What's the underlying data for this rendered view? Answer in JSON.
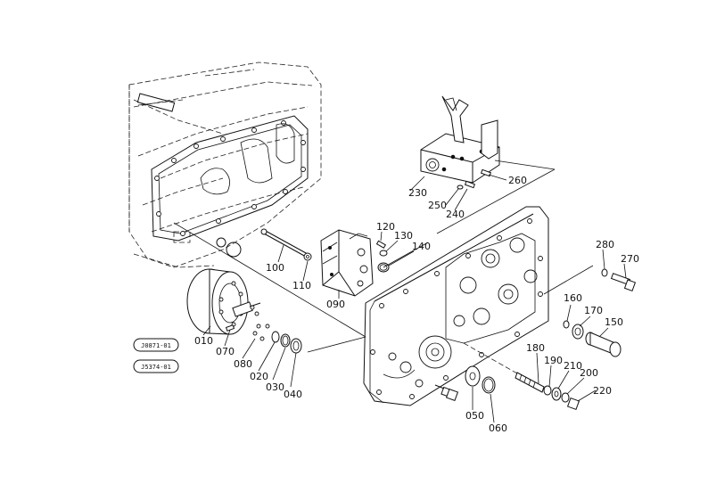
{
  "diagram": {
    "labels": {
      "p010": "010",
      "p020": "020",
      "p030": "030",
      "p040": "040",
      "p050": "050",
      "p060": "060",
      "p070": "070",
      "p080": "080",
      "p090": "090",
      "p100": "100",
      "p110": "110",
      "p120": "120",
      "p130": "130",
      "p140": "140",
      "p150": "150",
      "p160": "160",
      "p170": "170",
      "p180": "180",
      "p190": "190",
      "p200": "200",
      "p210": "210",
      "p220": "220",
      "p230": "230",
      "p240": "240",
      "p250": "250",
      "p260": "260",
      "p270": "270",
      "p280": "280"
    },
    "ref_codes": {
      "upper": "J0871-01",
      "lower": "J5374-01"
    }
  }
}
